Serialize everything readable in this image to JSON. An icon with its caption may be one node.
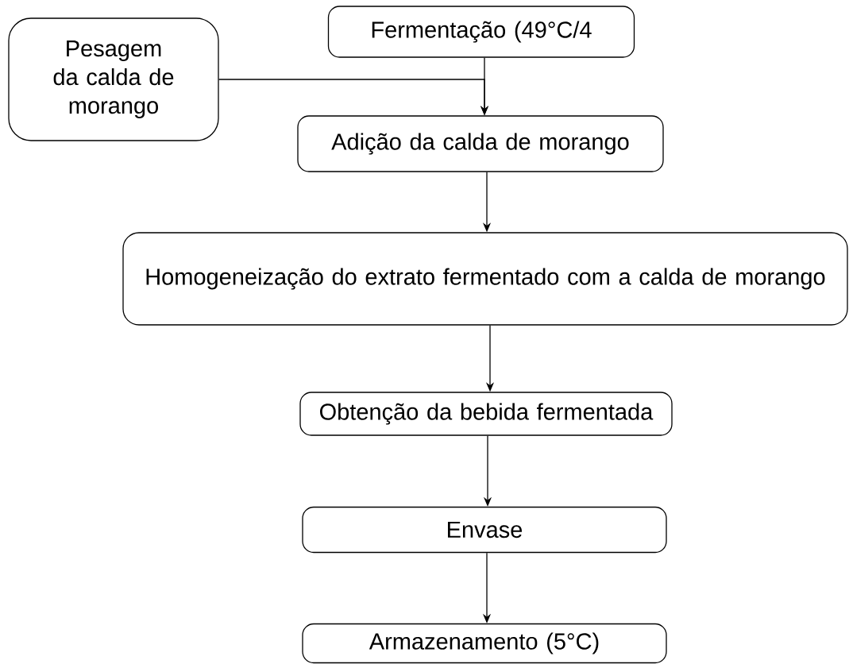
{
  "diagram": {
    "nodes": [
      {
        "text": [
          "Fermentação (49°C/4"
        ]
      },
      {
        "text": [
          "Pesagem da calda de morango"
        ]
      },
      {
        "text": [
          "Adição da calda de morango"
        ]
      },
      {
        "text": [
          "Homogeneização do extrato fermentado com a calda de morango"
        ]
      },
      {
        "text": [
          "Obtenção da bebida fermentada"
        ]
      },
      {
        "text": [
          "Envase"
        ]
      },
      {
        "text": [
          "Armazenamento (5°C)"
        ]
      }
    ],
    "edges": [
      {
        "from": 0,
        "to": 2,
        "arrow": "to"
      },
      {
        "from": 1,
        "to": 2,
        "arrow": "to"
      },
      {
        "from": 2,
        "to": 3,
        "arrow": "to"
      },
      {
        "from": 3,
        "to": 4,
        "arrow": "to"
      },
      {
        "from": 4,
        "to": 5,
        "arrow": "to"
      },
      {
        "from": 5,
        "to": 6,
        "arrow": "to"
      }
    ]
  }
}
